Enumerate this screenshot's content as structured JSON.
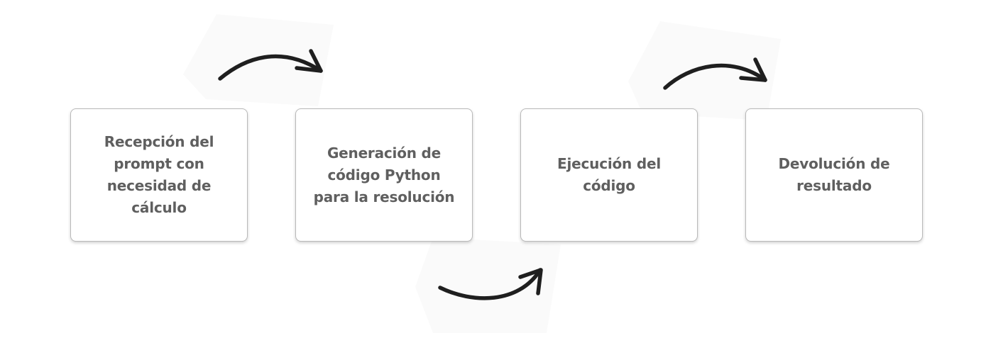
{
  "steps": [
    {
      "label": "Recepción del prompt con necesidad de cálculo"
    },
    {
      "label": "Generación de código Python para la resolución"
    },
    {
      "label": "Ejecución del código"
    },
    {
      "label": "Devolución de resultado"
    }
  ],
  "colors": {
    "box_border": "#b9b9b9",
    "box_text": "#5f5f5f",
    "arrow": "#1f1f1f",
    "background": "#ffffff"
  }
}
